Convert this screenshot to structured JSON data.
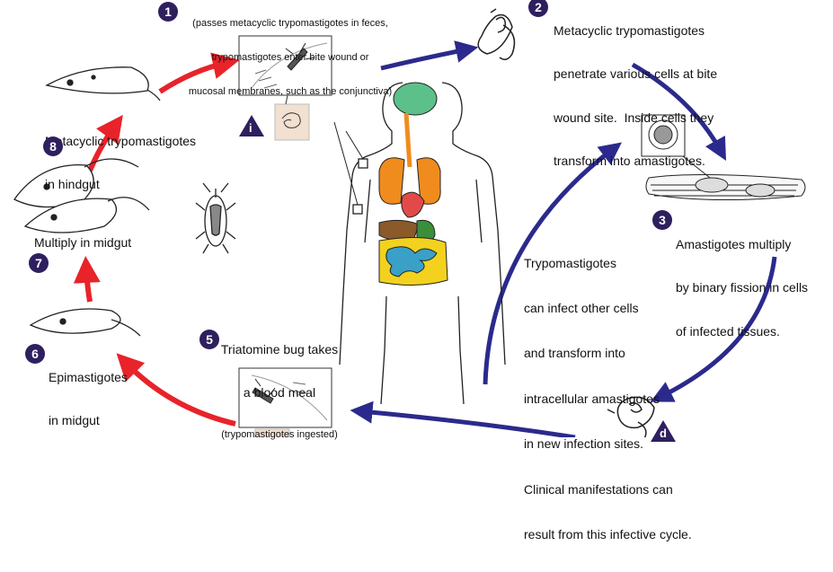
{
  "colors": {
    "red_arrow": "#e8232a",
    "blue_arrow": "#2b2a8c",
    "badge": "#2e1f5e",
    "brain": "#5cc08a",
    "lungs": "#f08c1e",
    "heart": "#e24a4a",
    "liver": "#8b5a2b",
    "stomach": "#3b8f3b",
    "intestine_small": "#3aa0c8",
    "intestine_large": "#f2d21e",
    "esophagus": "#f08c1e"
  },
  "icons": {
    "stage_badge": "filled-circle-number",
    "infective_stage": "triangle-i",
    "diagnostic_stage": "triangle-d"
  },
  "steps": {
    "s1": {
      "num": "1",
      "line1": "(passes metacyclic trypomastigotes in feces,",
      "line2": "trypomastigotes enter bite wound or",
      "line3": "mucosal membranes, such as the conjunctiva)"
    },
    "s2": {
      "num": "2",
      "line1": "Metacyclic trypomastigotes",
      "line2": "penetrate various cells at bite",
      "line3": "wound site.  Inside cells they",
      "line4": "transform into amastigotes."
    },
    "s3": {
      "num": "3",
      "line1": "Amastigotes multiply",
      "line2": "by binary fission in cells",
      "line3": "of infected tissues."
    },
    "s5": {
      "num": "5",
      "line1": "Triatomine bug takes",
      "line2": "a blood meal",
      "line3": "(trypomastigotes ingested)"
    },
    "s6": {
      "num": "6",
      "line1": "Epimastigotes",
      "line2": "in midgut"
    },
    "s7": {
      "num": "7",
      "line1": "Multiply in midgut"
    },
    "s8": {
      "num": "8",
      "line1": "Metacyclic trypomastigotes",
      "line2": "in hindgut"
    }
  },
  "center_text": {
    "line1": "Trypomastigotes",
    "line2": "can infect other cells",
    "line3": "and transform into",
    "line4": "intracellular amastigotes",
    "line5": "in new infection sites.",
    "line6": "Clinical manifestations can",
    "line7": "result from this infective cycle."
  },
  "markers": {
    "infective": "i",
    "diagnostic": "d"
  }
}
